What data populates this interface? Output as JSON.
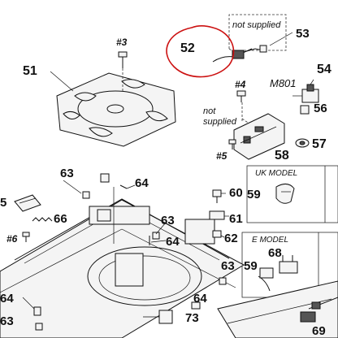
{
  "labels": {
    "l3": "#3",
    "l4": "#4",
    "l5": "#5",
    "l6": "#6",
    "l51": "51",
    "l52": "52",
    "l53": "53",
    "l54": "54",
    "l56": "56",
    "l57": "57",
    "l58": "58",
    "l59a": "59",
    "l59b": "59",
    "l60": "60",
    "l61": "61",
    "l62": "62",
    "l63a": "63",
    "l63b": "63",
    "l63c": "63",
    "l63d": "63",
    "l64a": "64",
    "l64b": "64",
    "l64c": "64",
    "l64d": "64",
    "l65": "5",
    "l66": "66",
    "l68": "68",
    "l69": "69",
    "l73": "73",
    "lm801": "M801"
  },
  "notes": {
    "not_supplied_top": "not supplied",
    "not_supplied_left_1": "not",
    "not_supplied_left_2": "supplied"
  },
  "boxes": {
    "uk_model": "UK MODEL",
    "e_model": "E MODEL"
  },
  "annotation": {
    "color": "#cc1111"
  }
}
